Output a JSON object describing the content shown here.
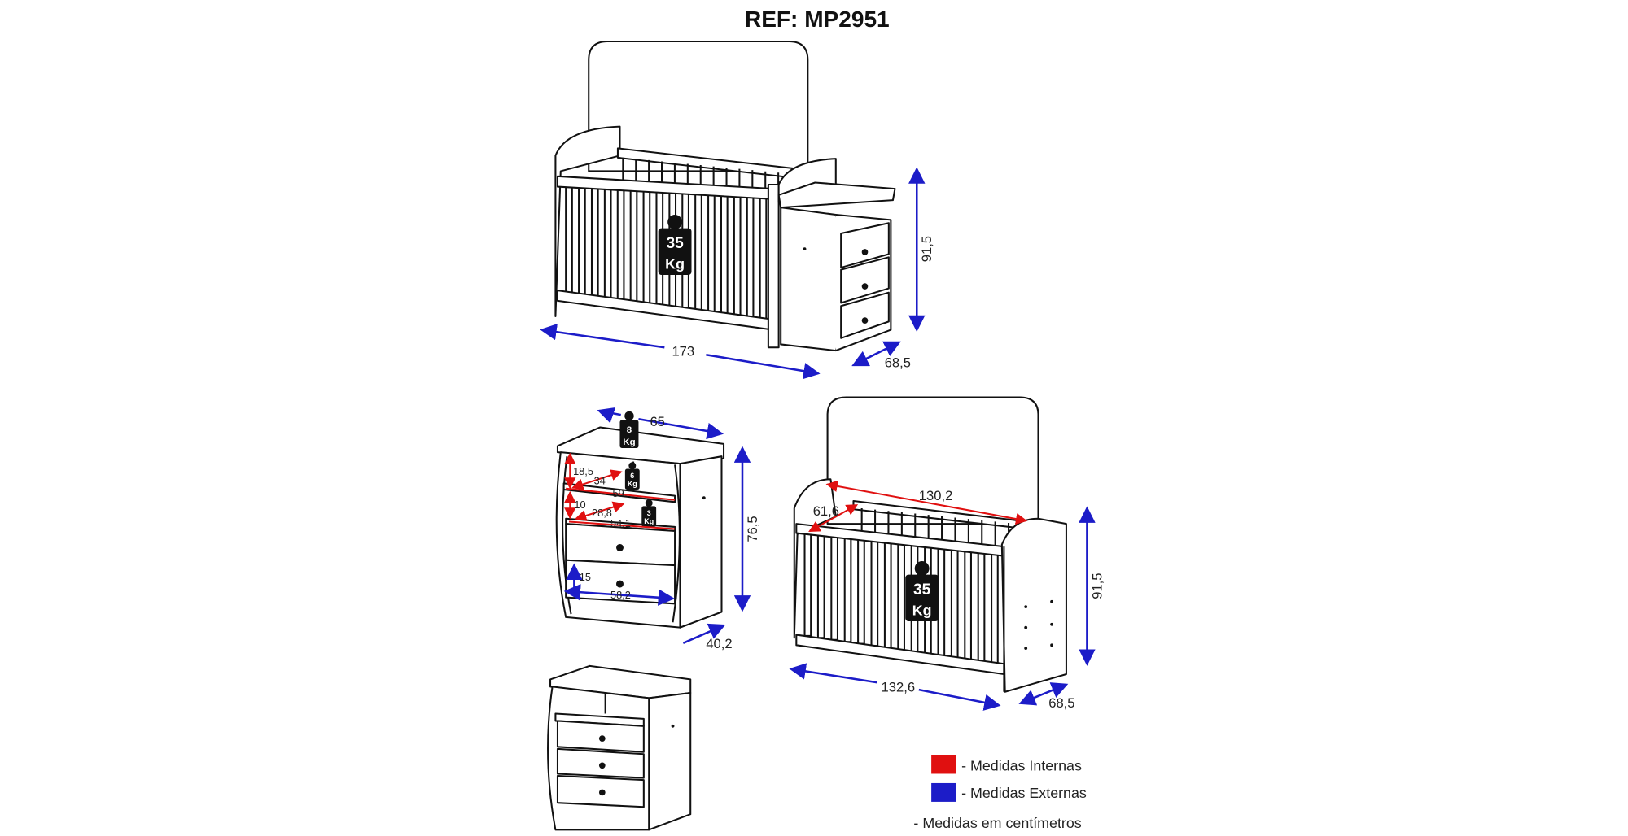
{
  "title": "REF: MP2951",
  "colors": {
    "internal": "#e01010",
    "external": "#1c1cc8"
  },
  "crib_with_dresser": {
    "width": "173",
    "depth": "68,5",
    "height": "91,5",
    "weight_value": "35",
    "weight_unit": "Kg"
  },
  "dresser": {
    "width": "65",
    "height": "76,5",
    "depth": "40,2",
    "top_weight_value": "8",
    "mid_weight_value": "6",
    "low_weight_value": "3",
    "weight_unit": "Kg",
    "internal": {
      "shelf1_height": "18,5",
      "shelf1_depth": "34",
      "shelf1_width": "59",
      "shelf2_height": "10",
      "shelf2_depth": "28,8",
      "shelf2_width": "54,1"
    },
    "drawer_height": "15",
    "drawer_width": "58,2"
  },
  "crib": {
    "internal_length": "130,2",
    "internal_width": "61,6",
    "weight_value": "35",
    "weight_unit": "Kg",
    "height": "91,5",
    "length": "132,6",
    "depth": "68,5"
  },
  "legend": {
    "internal": "- Medidas Internas",
    "external": "- Medidas Externas",
    "note": "- Medidas em centímetros"
  }
}
